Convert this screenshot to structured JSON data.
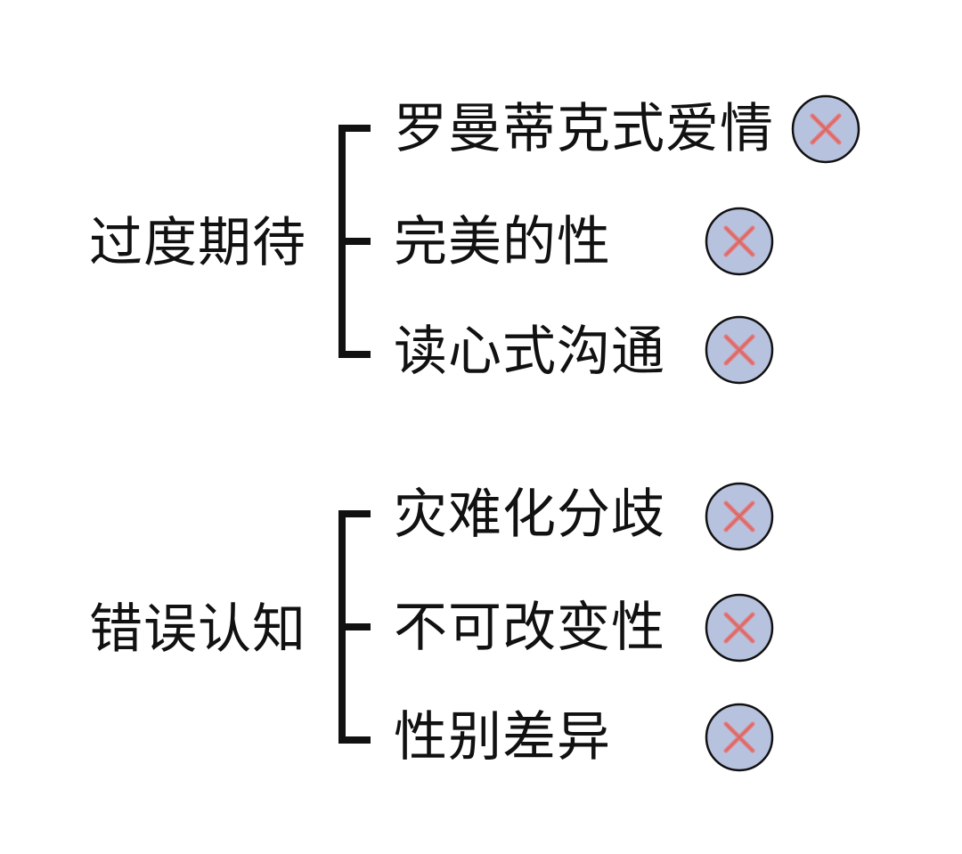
{
  "groups": [
    {
      "label": "过度期待",
      "items": [
        {
          "label": "罗曼蒂克式爱情",
          "mark": "cross-icon"
        },
        {
          "label": "完美的性",
          "mark": "cross-icon"
        },
        {
          "label": "读心式沟通",
          "mark": "cross-icon"
        }
      ]
    },
    {
      "label": "错误认知",
      "items": [
        {
          "label": "灾难化分歧",
          "mark": "cross-icon"
        },
        {
          "label": "不可改变性",
          "mark": "cross-icon"
        },
        {
          "label": "性别差异",
          "mark": "cross-icon"
        }
      ]
    }
  ],
  "colors": {
    "mark_fill": "#b7c2df",
    "mark_stroke": "#111111",
    "cross": "#e8797a",
    "text": "#111111"
  }
}
